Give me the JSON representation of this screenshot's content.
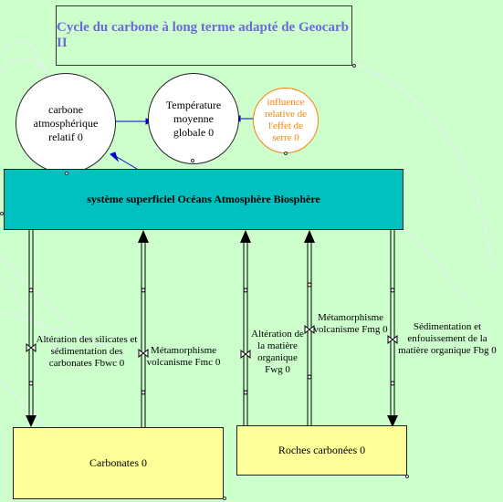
{
  "title": "Cycle du carbone à long terme adapté de Geocarb II",
  "nodes": {
    "co2": "carbone atmosphérique relatif 0",
    "temp": "Température moyenne globale 0",
    "influence": "influence relative de l'effet de serre 0"
  },
  "surface": "système superficiel Océans Atmosphère Biosphère",
  "stocks": {
    "carbonates": "Carbonates 0",
    "roches": "Roches carbonées 0"
  },
  "flows": {
    "fbwc": "Altération des silicates et sédimentation des carbonates Fbwc 0",
    "fmc": "Métamorphisme volcanisme Fmc 0",
    "fwg": "Altération de la matière organique Fwg 0",
    "fmg": "Métamorphisme volcanisme Fmg 0",
    "fbg": "Sédimentation et enfouissement de la matière organique Fbg 0"
  },
  "colors": {
    "background": "#ccffcc",
    "title_text": "#6b6bd6",
    "surface_fill": "#00c0c0",
    "stock_fill": "#ffff99",
    "influence": "#ff8000",
    "connector": "#0000cc"
  }
}
